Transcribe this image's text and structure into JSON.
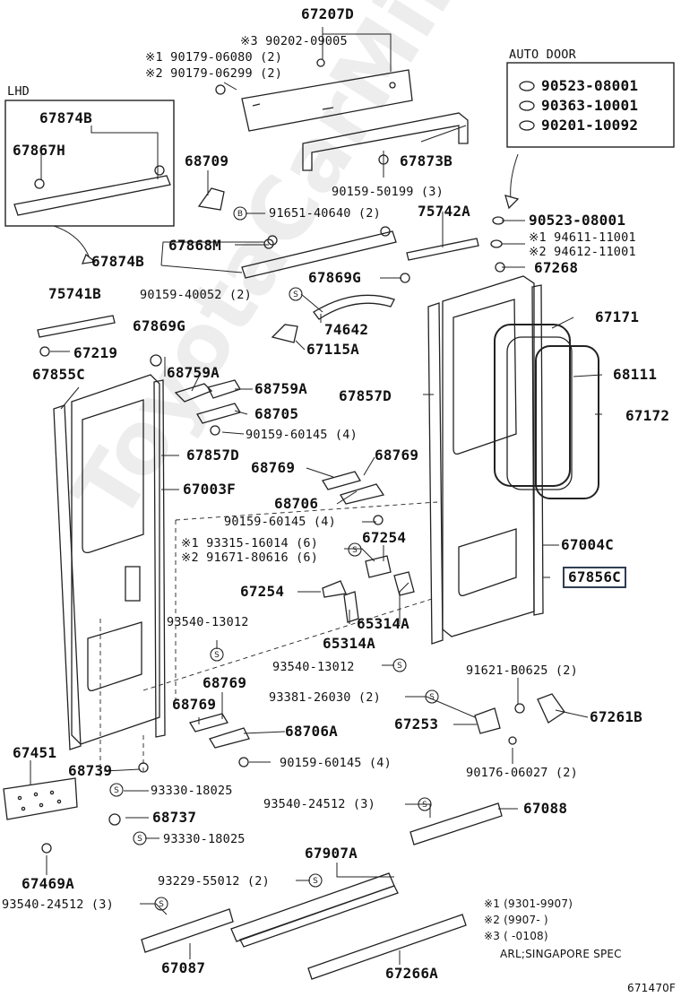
{
  "watermark": "ToyotaCarMine.ru",
  "boxes": {
    "lhd_title": "LHD",
    "auto_door_title": "AUTO DOOR"
  },
  "auto_door": [
    {
      "part": "90523-08001"
    },
    {
      "part": "90363-10001"
    },
    {
      "part": "90201-10092"
    }
  ],
  "labels": {
    "p67207D": "67207D",
    "p90202": "※3 90202-09005",
    "p90179a": "※1 90179-06080 (2)",
    "p90179b": "※2 90179-06299 (2)",
    "p67874B_top": "67874B",
    "p67867H": "67867H",
    "p68709": "68709",
    "p67873B": "67873B",
    "p90159_50199": "90159-50199 (3)",
    "p91651": "91651-40640 (2)",
    "p75742A": "75742A",
    "p90523_b": "90523-08001",
    "p94611": "※1 94611-11001",
    "p94612": "※2 94612-11001",
    "p67268": "67268",
    "p67868M": "67868M",
    "p67874B_mid": "67874B",
    "p67869G_a": "67869G",
    "p75741B": "75741B",
    "p90159_40052": "90159-40052 (2)",
    "p74642": "74642",
    "p67115A": "67115A",
    "p67171": "67171",
    "p67869G_b": "67869G",
    "p67219": "67219",
    "p68111": "68111",
    "p67855C": "67855C",
    "p68759A_1": "68759A",
    "p68759A_2": "68759A",
    "p67857D_r": "67857D",
    "p67172": "67172",
    "p68705": "68705",
    "p90159_60145_a": "90159-60145 (4)",
    "p67857D_l": "67857D",
    "p68769_a": "68769",
    "p68769_b": "68769",
    "p67003F": "67003F",
    "p68706": "68706",
    "p90159_60145_b": "90159-60145 (4)",
    "p93315": "※1 93315-16014 (6)",
    "p91671": "※2 91671-80616 (6)",
    "p67254_a": "67254",
    "p67004C": "67004C",
    "p67856C": "67856C",
    "p67254_b": "67254",
    "p65314A_a": "65314A",
    "p65314A_b": "65314A",
    "p93540_13012_a": "93540-13012",
    "p93540_13012_b": "93540-13012",
    "p91621": "91621-B0625 (2)",
    "p68769_c": "68769",
    "p68769_d": "68769",
    "p93381": "93381-26030 (2)",
    "p67261B": "67261B",
    "p67253": "67253",
    "p68706A": "68706A",
    "p67451": "67451",
    "p68739": "68739",
    "p90159_60145_c": "90159-60145 (4)",
    "p90176": "90176-06027 (2)",
    "p93330_a": "93330-18025",
    "p93540_24512_a": "93540-24512 (3)",
    "p67088": "67088",
    "p68737": "68737",
    "p93330_b": "93330-18025",
    "p67907A": "67907A",
    "p67469A": "67469A",
    "p93229": "93229-55012 (2)",
    "p93540_24512_b": "93540-24512 (3)",
    "p67087": "67087",
    "p67266A": "67266A",
    "p_fig": "671470F"
  },
  "notes": [
    "※1 (9301-9907)",
    "※2 (9907-      )",
    "※3 (       -0108)",
    "ARL;SINGAPORE SPEC"
  ],
  "callouts": {
    "S": "S",
    "B": "B"
  }
}
